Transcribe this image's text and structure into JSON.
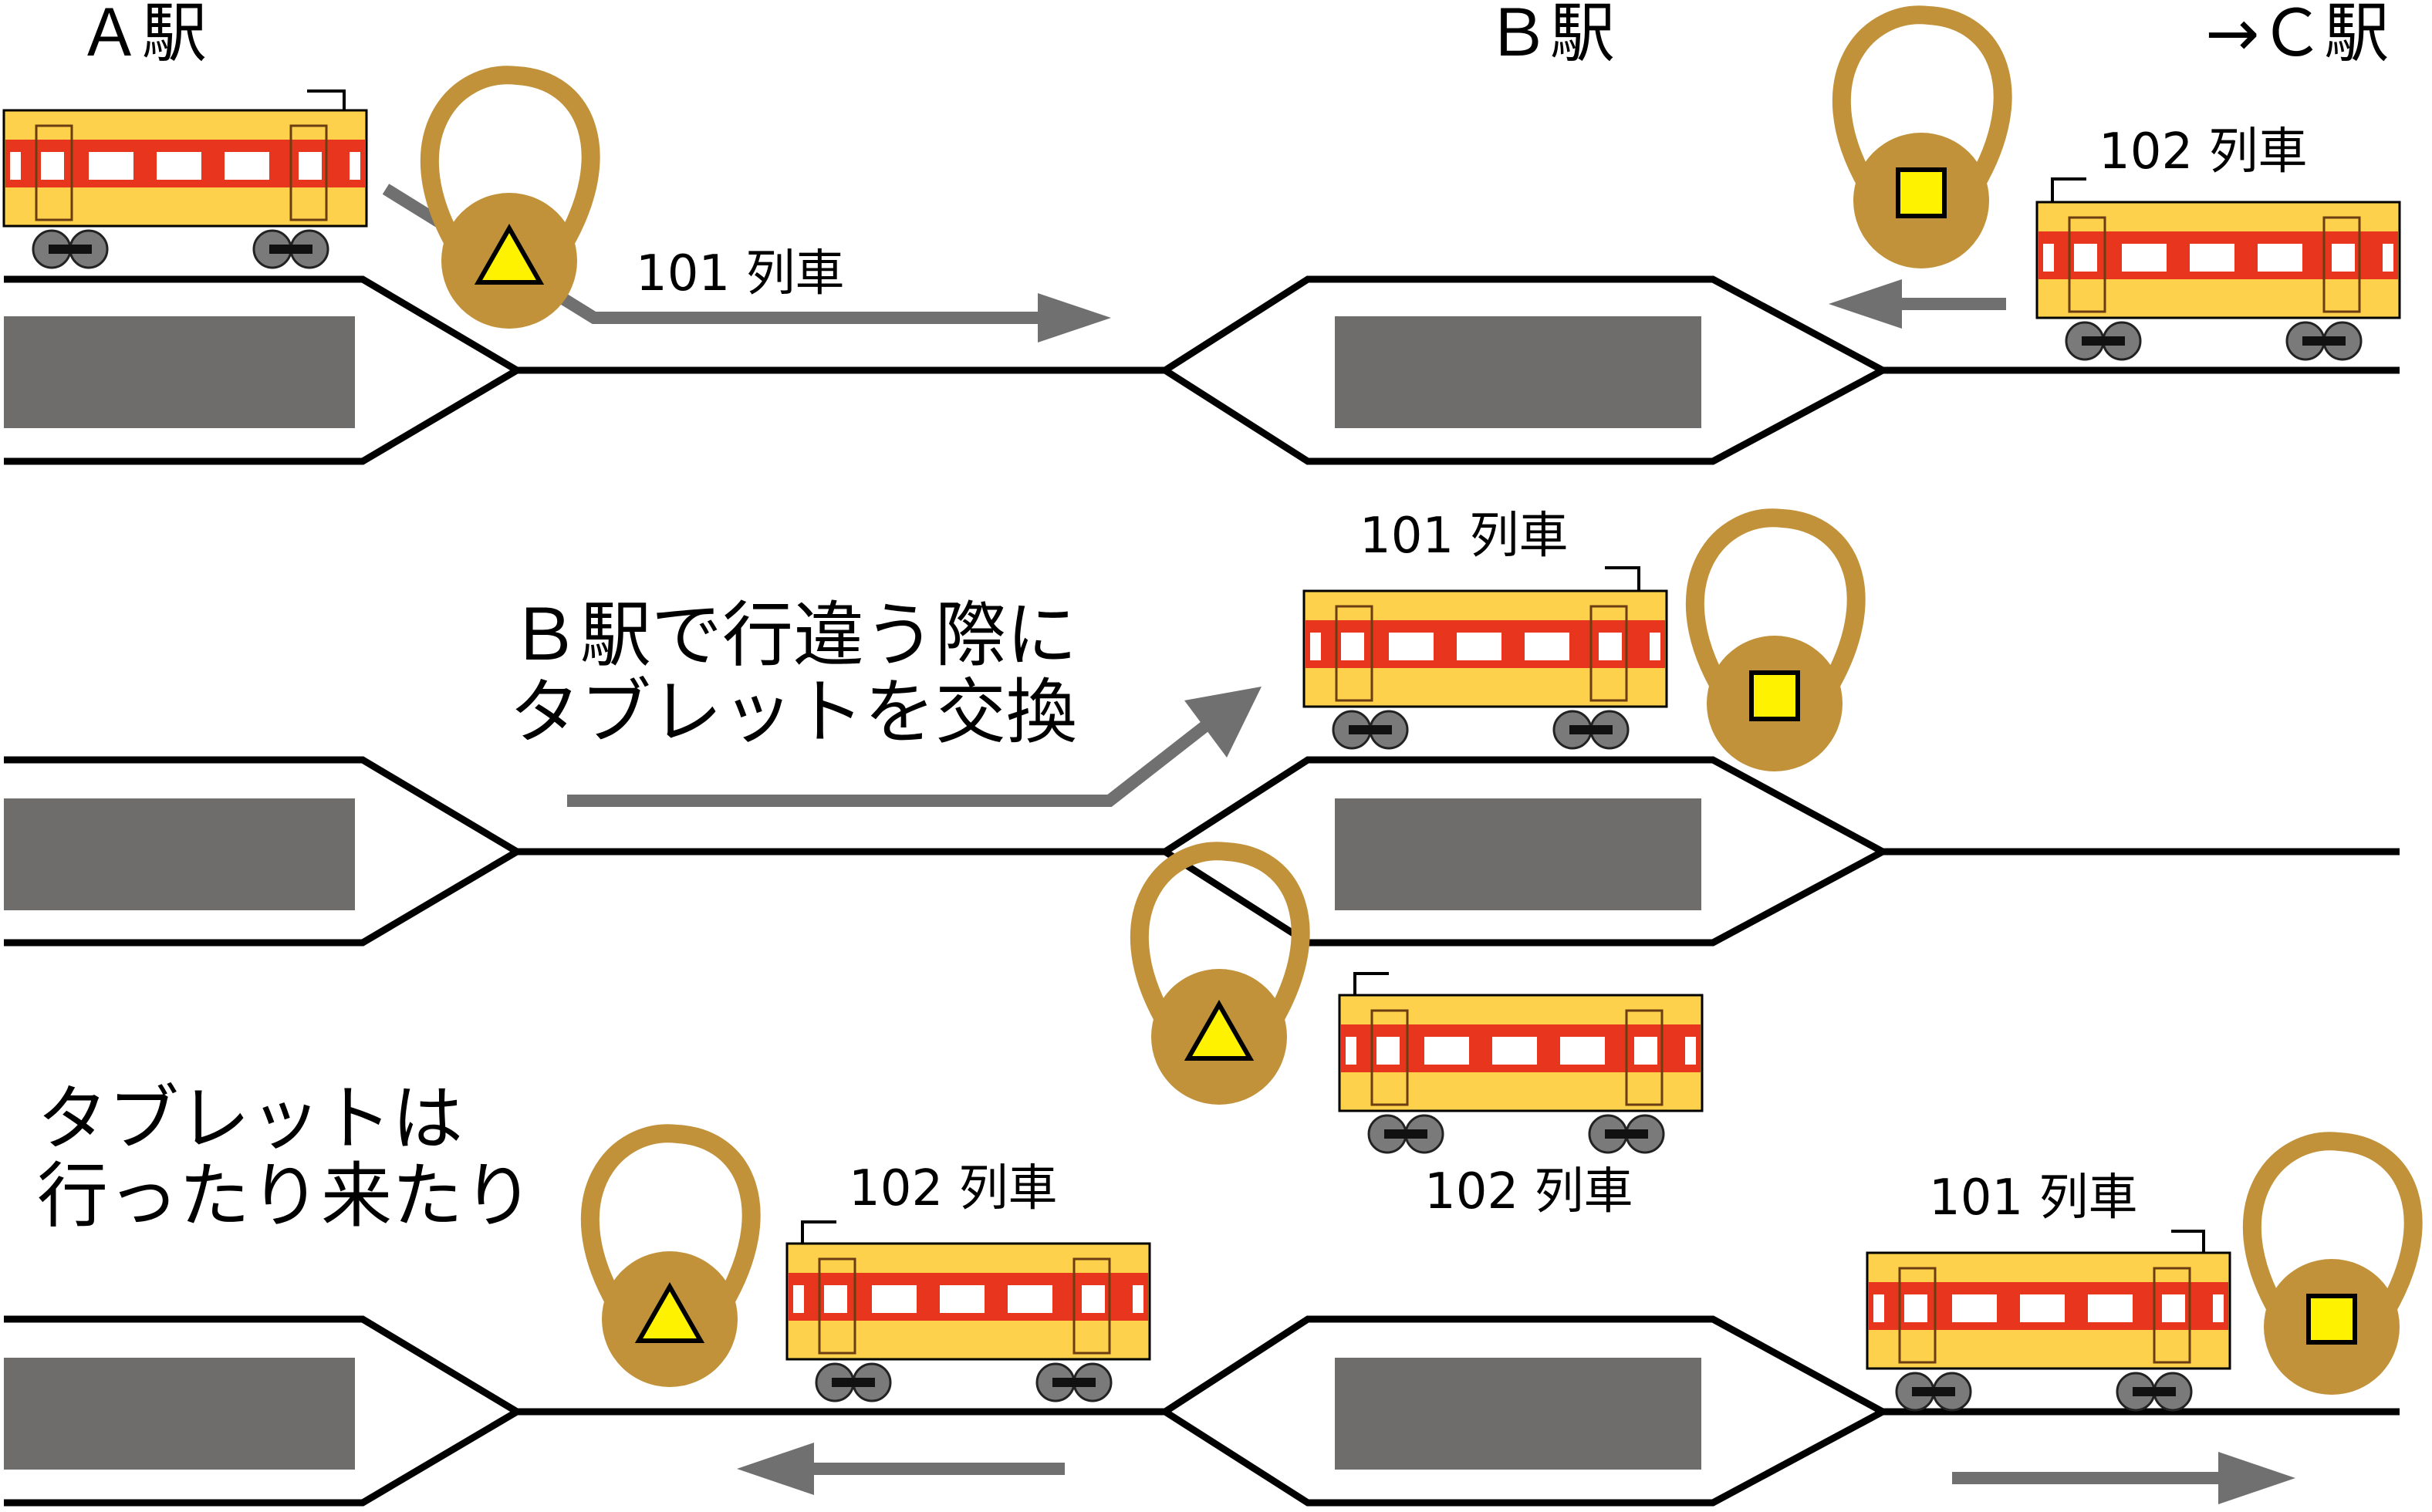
{
  "stations": {
    "a": "Ａ駅",
    "b": "Ｂ駅",
    "c": "→Ｃ駅"
  },
  "trains": {
    "t101": "101 列車",
    "t102": "102 列車"
  },
  "captions": {
    "exchange_line1": "Ｂ駅で行違う際に",
    "exchange_line2": "タブレットを交換",
    "travel_line1": "タブレットは",
    "travel_line2": "行ったり来たり"
  },
  "colors": {
    "track": "#000000",
    "platform": "#6e6d6c",
    "car_body": "#fdd14b",
    "car_stripe": "#e8361e",
    "tablet_pouch": "#c1923a",
    "tablet_marker": "#fff200",
    "arrow": "#707070"
  },
  "tablet_markers": {
    "a_to_b_section": "triangle",
    "b_to_c_section": "square"
  }
}
